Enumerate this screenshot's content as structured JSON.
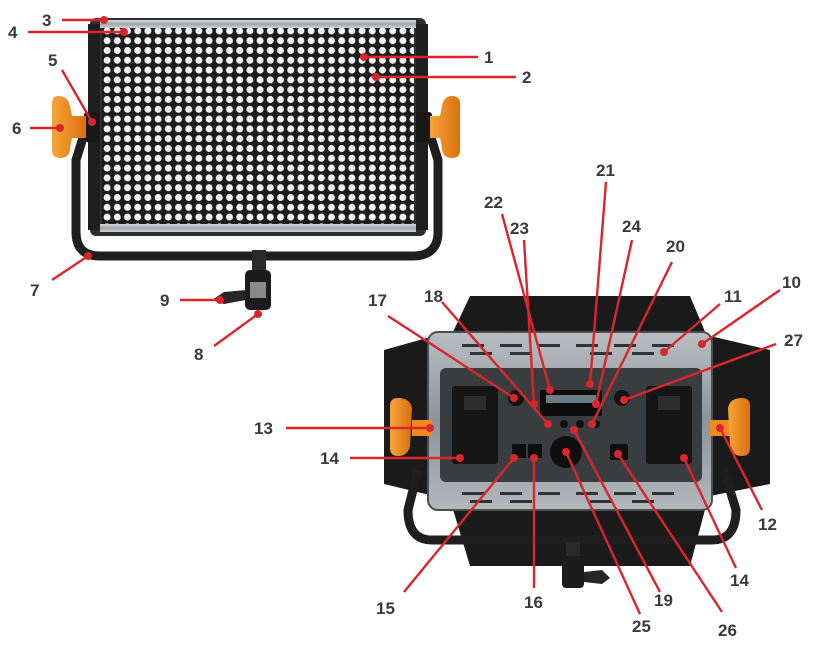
{
  "labels": {
    "l1": "1",
    "l2": "2",
    "l3": "3",
    "l4": "4",
    "l5": "5",
    "l6": "6",
    "l7": "7",
    "l8": "8",
    "l9": "9",
    "l10": "10",
    "l11": "11",
    "l12": "12",
    "l13": "13",
    "l14a": "14",
    "l14b": "14",
    "l15": "15",
    "l16": "16",
    "l17": "17",
    "l18": "18",
    "l19": "19",
    "l20": "20",
    "l21": "21",
    "l22": "22",
    "l23": "23",
    "l24": "24",
    "l25": "25",
    "l26": "26",
    "l27": "27"
  },
  "colors": {
    "leader": "#d9262c",
    "knob": "#f08a1c",
    "panel_frame": "#2e2e2e",
    "led": "#f4f4f4",
    "housing": "#9aa0a4"
  }
}
